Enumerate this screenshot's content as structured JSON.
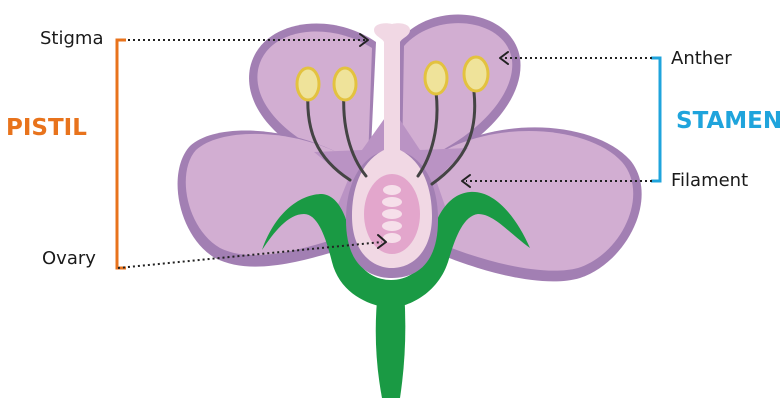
{
  "labels": {
    "stigma": "Stigma",
    "ovary": "Ovary",
    "anther": "Anther",
    "filament": "Filament"
  },
  "groups": {
    "pistil": "PISTIL",
    "stamen": "STAMEN"
  },
  "colors": {
    "pistil": "#e8731c",
    "stamen": "#1fa4dc",
    "petal": "#d2aed2",
    "petal_shadow": "#a27fb3",
    "inner": "#ba93c4",
    "style": "#f1d8e4",
    "ovary_core": "#e3a6cc",
    "anther": "#efe39a",
    "anther_edge": "#e3c23f",
    "filament": "#444444",
    "stem": "#1a9a44"
  }
}
